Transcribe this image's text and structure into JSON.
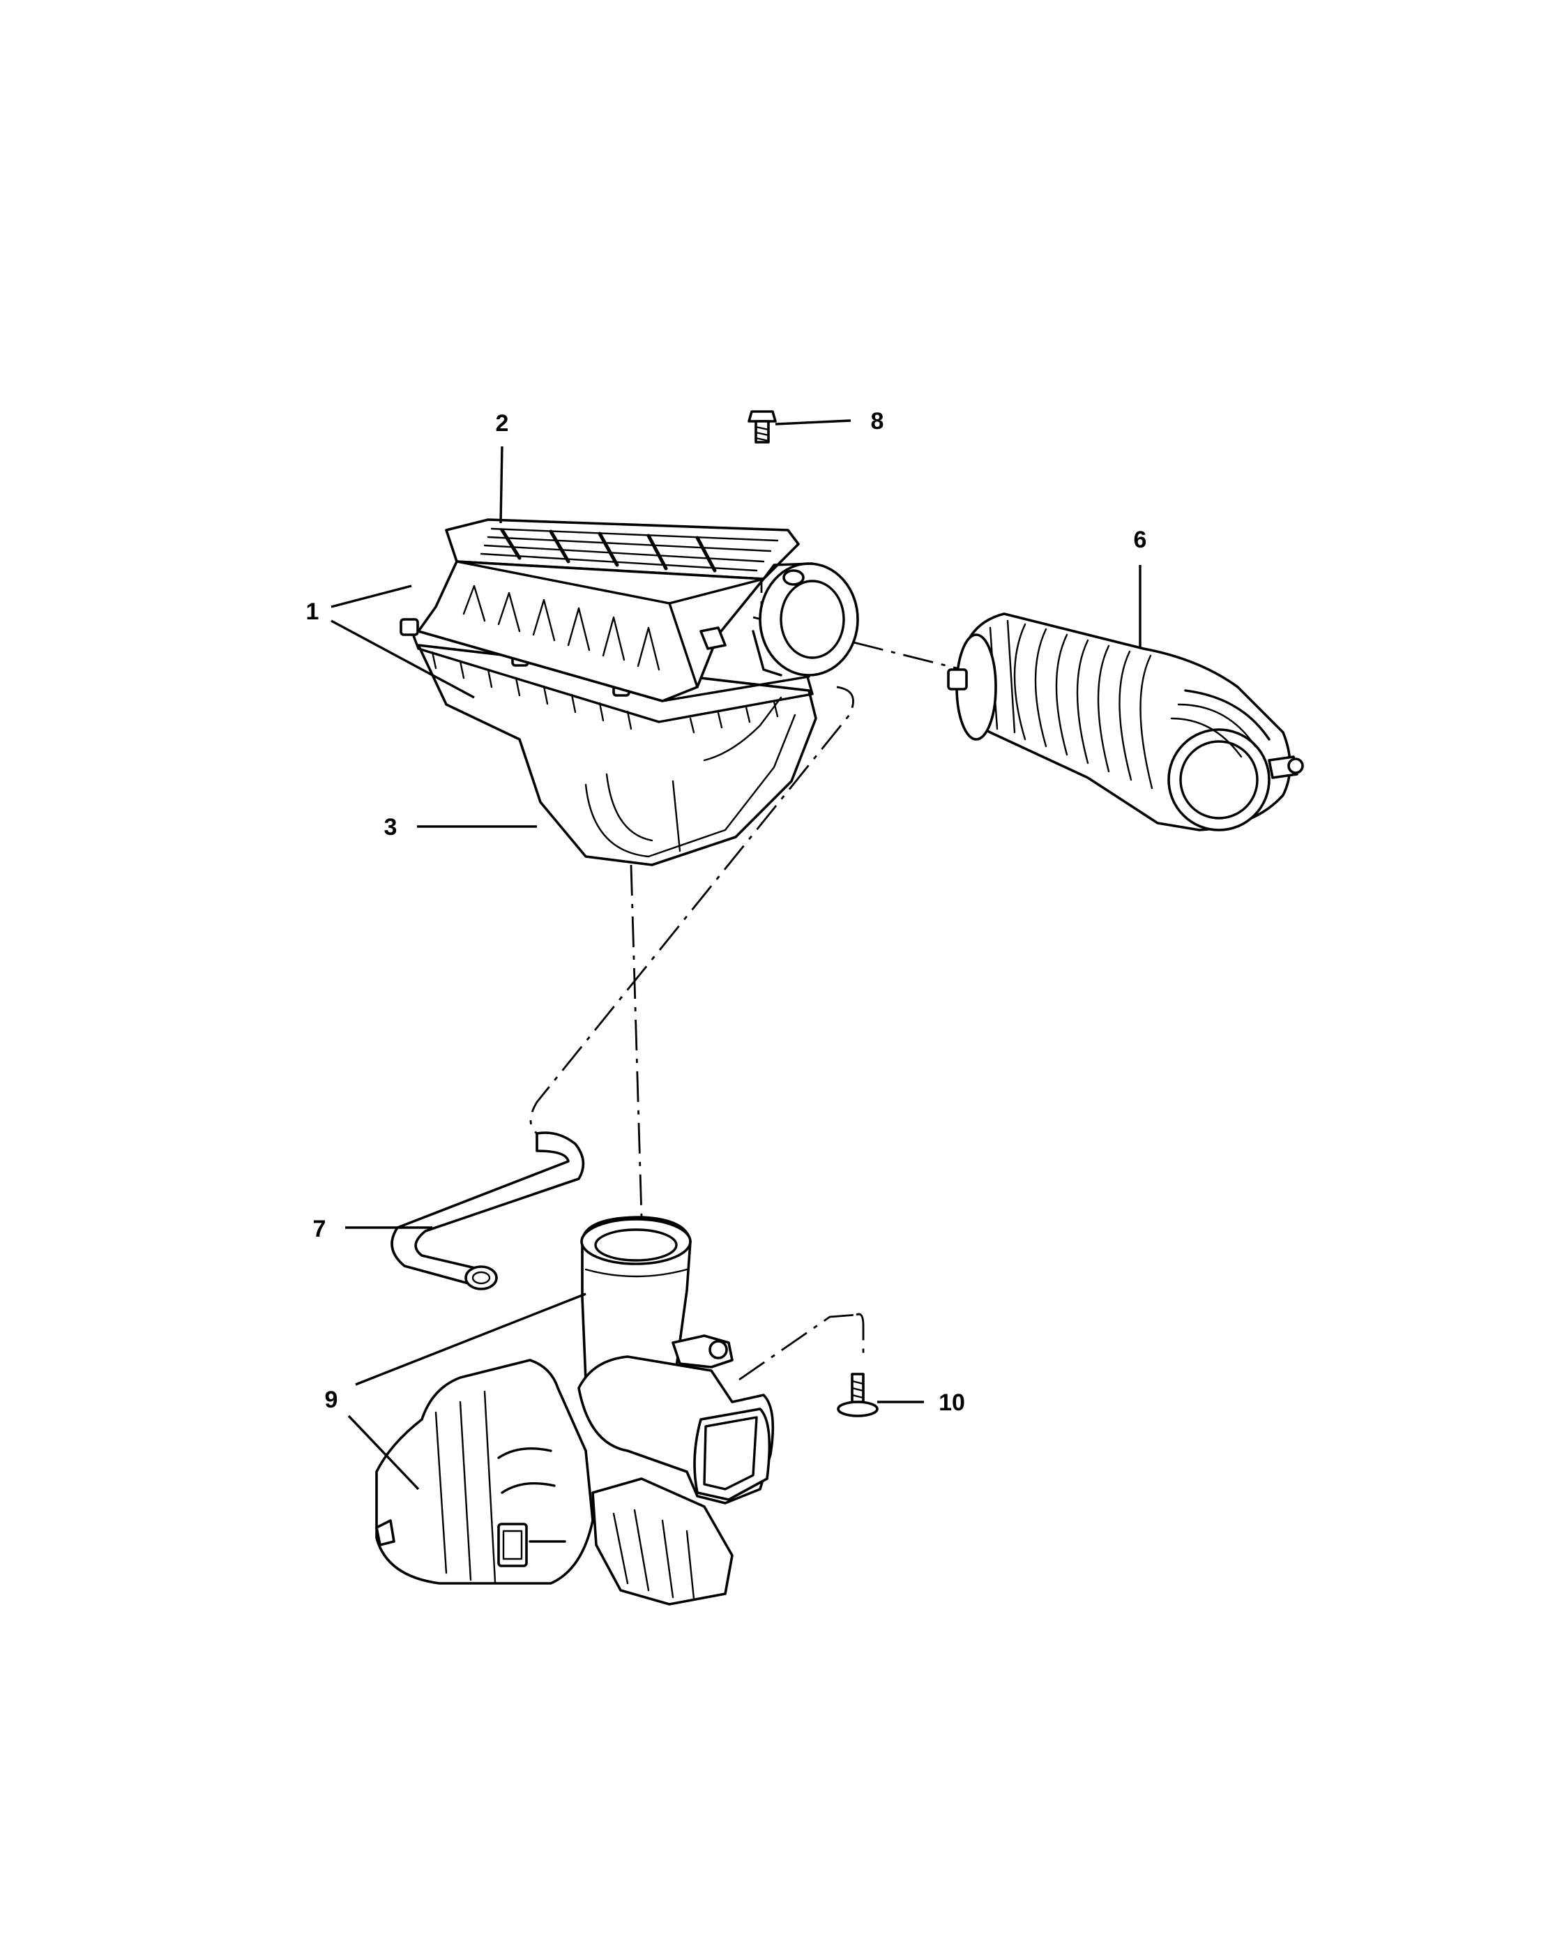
{
  "callouts": [
    {
      "id": "1",
      "label": "1"
    },
    {
      "id": "2",
      "label": "2"
    },
    {
      "id": "3",
      "label": "3"
    },
    {
      "id": "6",
      "label": "6"
    },
    {
      "id": "7",
      "label": "7"
    },
    {
      "id": "8",
      "label": "8"
    },
    {
      "id": "9",
      "label": "9"
    },
    {
      "id": "10",
      "label": "10"
    }
  ],
  "colors": {
    "line": "#000000",
    "background": "#ffffff"
  }
}
